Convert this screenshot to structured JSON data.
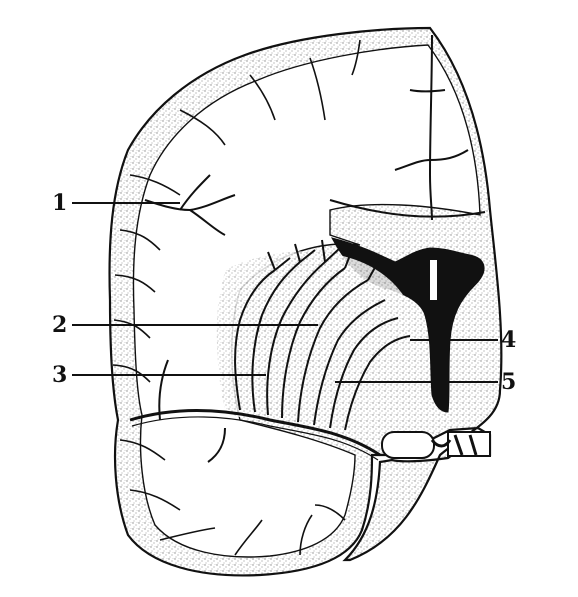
{
  "labels": {
    "l1": "1",
    "l2": "2",
    "l3": "3",
    "l4": "4",
    "l5": "5"
  },
  "colors": {
    "ink": "#111111",
    "paper": "#ffffff",
    "stipple": "#8a8a8a"
  }
}
